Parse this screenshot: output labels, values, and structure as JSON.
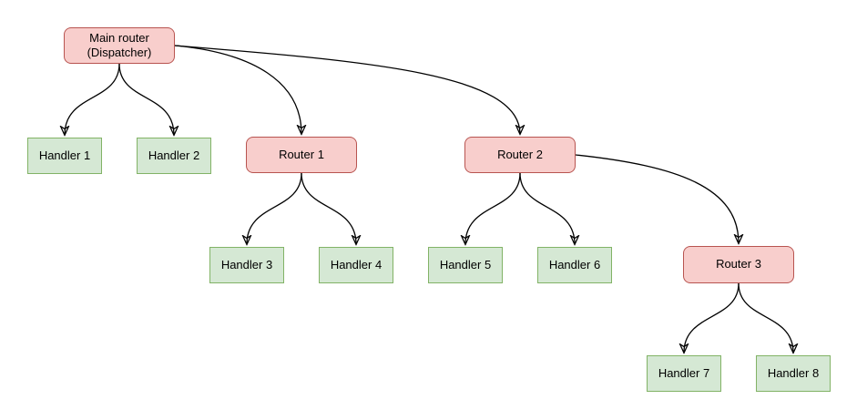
{
  "diagram": {
    "background": "#ffffff",
    "colors": {
      "router_fill": "#f8cecc",
      "router_border": "#b85450",
      "handler_fill": "#d5e8d4",
      "handler_border": "#82b366",
      "connector": "#000000"
    },
    "nodes": [
      {
        "id": "main-router",
        "type": "router",
        "label": "Main router\n(Dispatcher)"
      },
      {
        "id": "handler-1",
        "type": "handler",
        "label": "Handler 1"
      },
      {
        "id": "handler-2",
        "type": "handler",
        "label": "Handler 2"
      },
      {
        "id": "router-1",
        "type": "router",
        "label": "Router 1"
      },
      {
        "id": "router-2",
        "type": "router",
        "label": "Router 2"
      },
      {
        "id": "handler-3",
        "type": "handler",
        "label": "Handler 3"
      },
      {
        "id": "handler-4",
        "type": "handler",
        "label": "Handler 4"
      },
      {
        "id": "handler-5",
        "type": "handler",
        "label": "Handler 5"
      },
      {
        "id": "handler-6",
        "type": "handler",
        "label": "Handler 6"
      },
      {
        "id": "router-3",
        "type": "router",
        "label": "Router 3"
      },
      {
        "id": "handler-7",
        "type": "handler",
        "label": "Handler 7"
      },
      {
        "id": "handler-8",
        "type": "handler",
        "label": "Handler 8"
      }
    ],
    "edges": [
      {
        "from": "main-router",
        "to": "handler-1"
      },
      {
        "from": "main-router",
        "to": "handler-2"
      },
      {
        "from": "main-router",
        "to": "router-1"
      },
      {
        "from": "main-router",
        "to": "router-2"
      },
      {
        "from": "router-1",
        "to": "handler-3"
      },
      {
        "from": "router-1",
        "to": "handler-4"
      },
      {
        "from": "router-2",
        "to": "handler-5"
      },
      {
        "from": "router-2",
        "to": "handler-6"
      },
      {
        "from": "router-2",
        "to": "router-3"
      },
      {
        "from": "router-3",
        "to": "handler-7"
      },
      {
        "from": "router-3",
        "to": "handler-8"
      }
    ]
  }
}
